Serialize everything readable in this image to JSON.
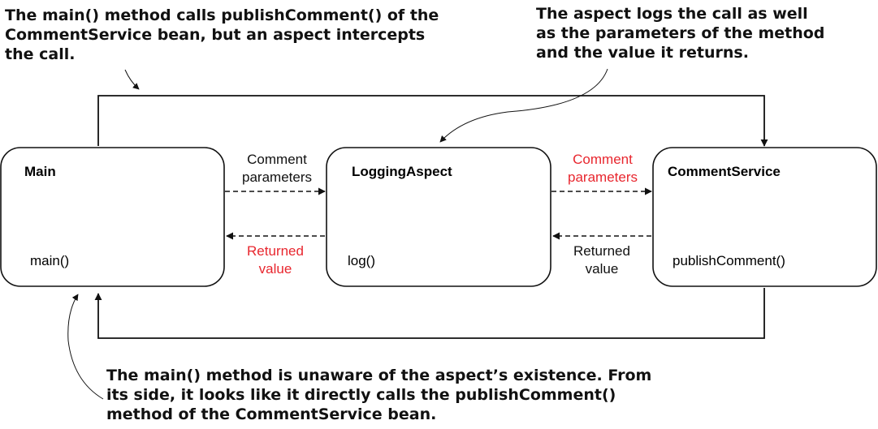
{
  "callouts": {
    "top_left": {
      "lines": [
        "The main() method calls publishComment() of the",
        "CommentService bean, but an aspect intercepts",
        "the call."
      ]
    },
    "top_right": {
      "lines": [
        "The aspect logs the call as well",
        "as the parameters of the method",
        "and the value it returns."
      ]
    },
    "bottom": {
      "lines": [
        "The main() method is unaware of the aspect’s existence. From",
        "its side, it looks like it directly calls the publishComment()",
        "method of the CommentService bean."
      ]
    }
  },
  "boxes": {
    "main": {
      "title": "Main",
      "method": "main()"
    },
    "aspect": {
      "title": "LoggingAspect",
      "method": "log()"
    },
    "service": {
      "title": "CommentService",
      "method": "publishComment()"
    }
  },
  "messages": {
    "main_to_aspect": {
      "lines": [
        "Comment",
        "parameters"
      ],
      "color": "#111111"
    },
    "aspect_to_main": {
      "lines": [
        "Returned",
        "value"
      ],
      "color": "#e8262e"
    },
    "aspect_to_service": {
      "lines": [
        "Comment",
        "parameters"
      ],
      "color": "#e8262e"
    },
    "service_to_aspect": {
      "lines": [
        "Returned",
        "value"
      ],
      "color": "#111111"
    }
  },
  "colors": {
    "stroke": "#111111",
    "highlight": "#e8262e"
  }
}
